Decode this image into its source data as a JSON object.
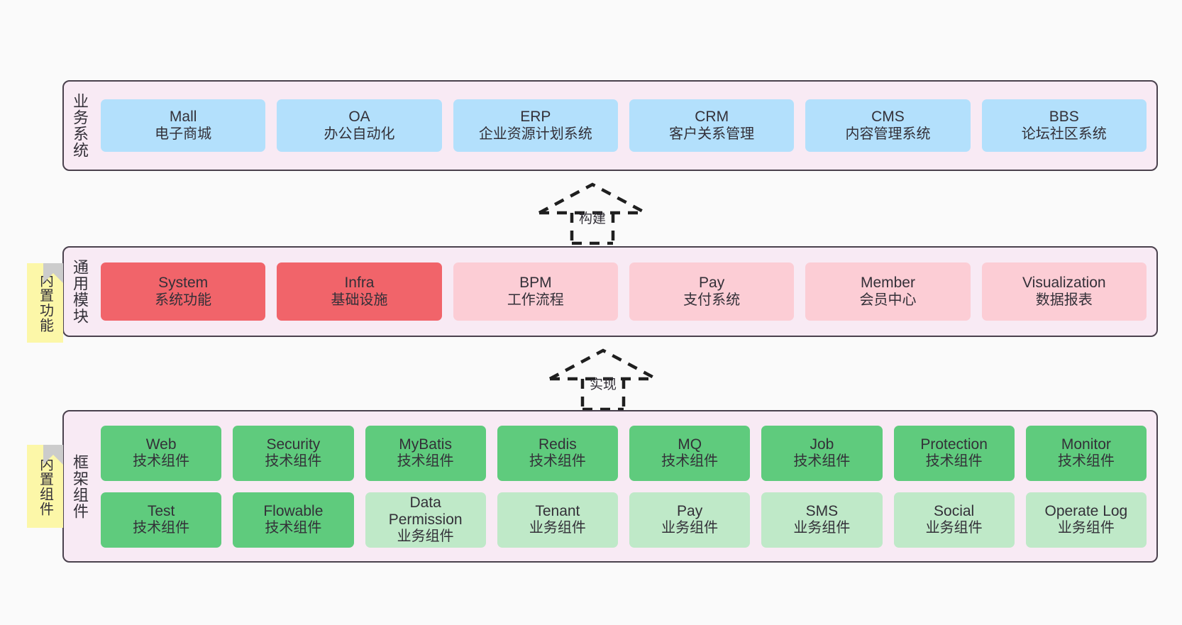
{
  "diagram": {
    "title": "",
    "colors": {
      "layer_bg": "#f8eaf4",
      "layer_border": "#4a414d",
      "business": "#b3e0fc",
      "module_core": "#f1646a",
      "module_other": "#fccdd5",
      "tech_component": "#5fcb7d",
      "business_component": "#bfe9c8",
      "note_bg": "#fcf7a8",
      "note_fold": "#cccccc",
      "canvas_bg": "#fafafa"
    },
    "notes": [
      {
        "id": "builtin-function",
        "text": "内置功能"
      },
      {
        "id": "builtin-component",
        "text": "内置组件"
      }
    ],
    "connectors": [
      {
        "id": "build",
        "label": "构建",
        "style": "dashed-generalization-up"
      },
      {
        "id": "implement",
        "label": "实现",
        "style": "dashed-generalization-up"
      }
    ],
    "layers": [
      {
        "id": "business",
        "label": "业务系统",
        "rows": [
          {
            "cards": [
              {
                "en": "Mall",
                "cn": "电子商城",
                "tone": "blue"
              },
              {
                "en": "OA",
                "cn": "办公自动化",
                "tone": "blue"
              },
              {
                "en": "ERP",
                "cn": "企业资源计划系统",
                "tone": "blue"
              },
              {
                "en": "CRM",
                "cn": "客户关系管理",
                "tone": "blue"
              },
              {
                "en": "CMS",
                "cn": "内容管理系统",
                "tone": "blue"
              },
              {
                "en": "BBS",
                "cn": "论坛社区系统",
                "tone": "blue"
              }
            ]
          }
        ]
      },
      {
        "id": "common",
        "label": "通用模块",
        "rows": [
          {
            "cards": [
              {
                "en": "System",
                "cn": "系统功能",
                "tone": "red"
              },
              {
                "en": "Infra",
                "cn": "基础设施",
                "tone": "red"
              },
              {
                "en": "BPM",
                "cn": "工作流程",
                "tone": "pink"
              },
              {
                "en": "Pay",
                "cn": "支付系统",
                "tone": "pink"
              },
              {
                "en": "Member",
                "cn": "会员中心",
                "tone": "pink"
              },
              {
                "en": "Visualization",
                "cn": "数据报表",
                "tone": "pink"
              }
            ]
          }
        ]
      },
      {
        "id": "framework",
        "label": "框架组件",
        "rows": [
          {
            "cards": [
              {
                "en": "Web",
                "cn": "技术组件",
                "tone": "green"
              },
              {
                "en": "Security",
                "cn": "技术组件",
                "tone": "green"
              },
              {
                "en": "MyBatis",
                "cn": "技术组件",
                "tone": "green"
              },
              {
                "en": "Redis",
                "cn": "技术组件",
                "tone": "green"
              },
              {
                "en": "MQ",
                "cn": "技术组件",
                "tone": "green"
              },
              {
                "en": "Job",
                "cn": "技术组件",
                "tone": "green"
              },
              {
                "en": "Protection",
                "cn": "技术组件",
                "tone": "green"
              },
              {
                "en": "Monitor",
                "cn": "技术组件",
                "tone": "green"
              }
            ]
          },
          {
            "cards": [
              {
                "en": "Test",
                "cn": "技术组件",
                "tone": "green"
              },
              {
                "en": "Flowable",
                "cn": "技术组件",
                "tone": "green"
              },
              {
                "en": "Data\nPermission",
                "cn": "业务组件",
                "tone": "lightgreen"
              },
              {
                "en": "Tenant",
                "cn": "业务组件",
                "tone": "lightgreen"
              },
              {
                "en": "Pay",
                "cn": "业务组件",
                "tone": "lightgreen"
              },
              {
                "en": "SMS",
                "cn": "业务组件",
                "tone": "lightgreen"
              },
              {
                "en": "Social",
                "cn": "业务组件",
                "tone": "lightgreen"
              },
              {
                "en": "Operate Log",
                "cn": "业务组件",
                "tone": "lightgreen"
              }
            ]
          }
        ]
      }
    ]
  }
}
